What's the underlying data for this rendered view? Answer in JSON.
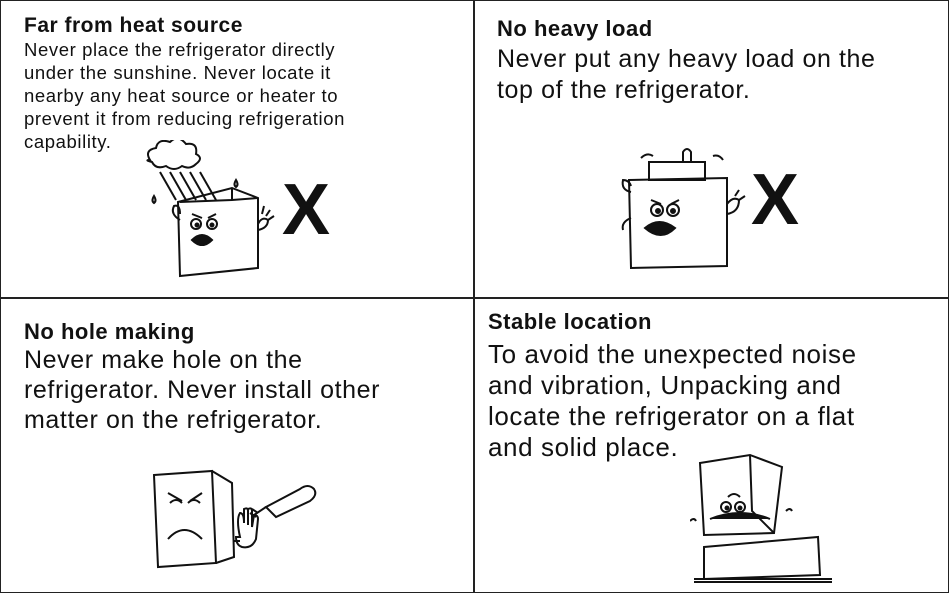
{
  "panels": [
    {
      "heading": "Far from heat source",
      "body": "Never place the refrigerator directly\nunder the sunshine. Never locate it\nnearby any heat source or heater to\nprevent it from reducing refrigeration\ncapability.",
      "mark": "X",
      "illustration": "fridge-near-heat-illustration"
    },
    {
      "heading": "No heavy load",
      "body": "Never put any heavy load on the\ntop of the refrigerator.",
      "mark": "X",
      "illustration": "fridge-heavy-load-illustration"
    },
    {
      "heading": "No hole making",
      "body": "Never make hole on the\nrefrigerator. Never install other\nmatter on the refrigerator.",
      "illustration": "fridge-drilling-illustration"
    },
    {
      "heading": "Stable location",
      "body": "To avoid the unexpected noise\nand vibration, Unpacking and\nlocate the refrigerator on a flat\nand solid place.",
      "illustration": "fridge-on-stand-illustration"
    }
  ]
}
